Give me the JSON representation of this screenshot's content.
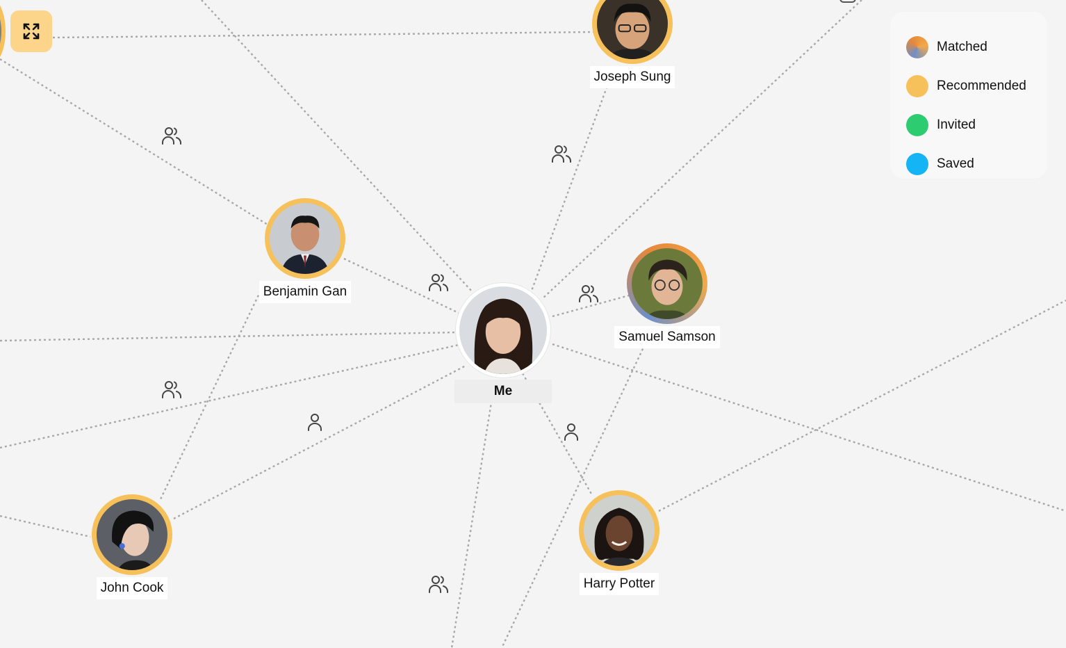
{
  "legend": {
    "items": [
      {
        "label": "Matched",
        "color": "gradient:#6e8fc9,#e6883b"
      },
      {
        "label": "Recommended",
        "color": "#f6c15a"
      },
      {
        "label": "Invited",
        "color": "#2ecc71"
      },
      {
        "label": "Saved",
        "color": "#14b4f5"
      }
    ]
  },
  "toolbar": {
    "expand_icon": "expand-arrows-icon"
  },
  "nodes": {
    "me": {
      "label": "Me",
      "status": "self"
    },
    "joseph": {
      "label": "Joseph Sung",
      "status": "Recommended"
    },
    "benjamin": {
      "label": "Benjamin Gan",
      "status": "Recommended"
    },
    "samuel": {
      "label": "Samuel Samson",
      "status": "Matched"
    },
    "john": {
      "label": "John Cook",
      "status": "Recommended"
    },
    "harry": {
      "label": "Harry Potter",
      "status": "Recommended"
    }
  },
  "colors": {
    "recommended": "#f6c15a",
    "invited": "#2ecc71",
    "saved": "#14b4f5",
    "edge": "#a8a8a8",
    "expand_button": "#fcd58a"
  }
}
